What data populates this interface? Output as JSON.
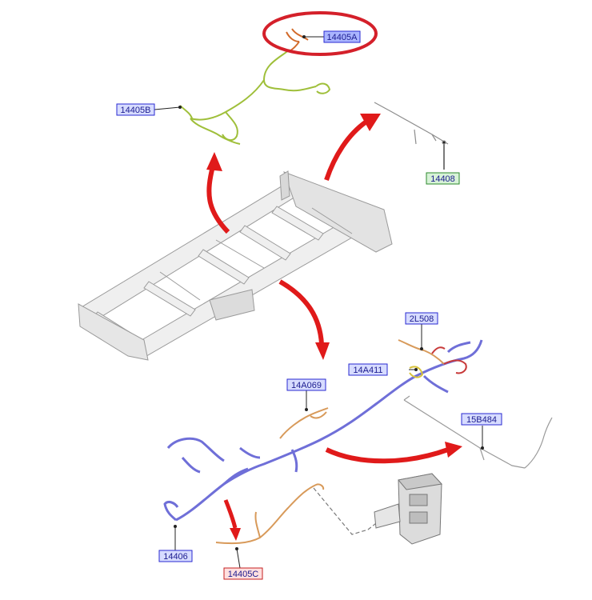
{
  "labels": {
    "l14405A": "14405A",
    "l14405B": "14405B",
    "l14408": "14408",
    "l2L508": "2L508",
    "l14A411": "14A411",
    "l14A069": "14A069",
    "l15B484": "15B484",
    "l14406": "14406",
    "l14405C": "14405C"
  },
  "colors": {
    "arrow": "#e01a1a",
    "highlight_ring": "#d4202a",
    "label_blue_fill": "#d7dcff",
    "label_blue_stroke": "#2a2ad0",
    "label_green_stroke": "#2c8a2c",
    "label_red_stroke": "#c42020",
    "harness_green": "#9fbf3a",
    "harness_blue": "#6f6fd8",
    "harness_orange": "#d89a5a",
    "frame_gray": "#cfcfcf"
  }
}
